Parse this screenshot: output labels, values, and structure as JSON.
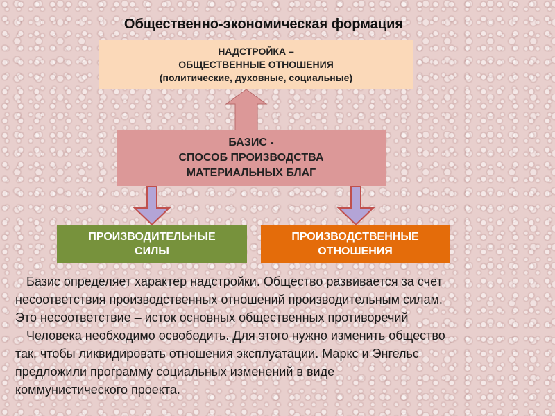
{
  "title": "Общественно-экономическая формация",
  "superstructure": {
    "line1": "НАДСТРОЙКА –",
    "line2": "ОБЩЕСТВЕННЫЕ ОТНОШЕНИЯ",
    "line3": "(политические, духовные, социальные)"
  },
  "basis": {
    "line1": "БАЗИС -",
    "line2": "СПОСОБ ПРОИЗВОДСТВА",
    "line3": "МАТЕРИАЛЬНЫХ БЛАГ"
  },
  "productive_forces": {
    "line1": "ПРОИЗВОДИТЕЛЬНЫЕ",
    "line2": "СИЛЫ"
  },
  "production_relations": {
    "line1": "ПРОИЗВОДСТВЕННЫЕ",
    "line2": "ОТНОШЕНИЯ"
  },
  "text": {
    "p1_l1": "Базис определяет характер надстройки. Общество развивается за счет",
    "p1_l2": "несоответствия производственных отношений производительным силам.",
    "p1_l3": "Это несоответствие – исток основных общественных противоречий",
    "p2_l1": "Человека необходимо освободить. Для этого нужно изменить общество",
    "p2_l2": "так, чтобы ликвидировать отношения эксплуатации. Маркс и Энгельс",
    "p2_l3": "предложили программу социальных изменений в виде",
    "p2_l4": "коммунистического проекта."
  },
  "colors": {
    "superstructure_fill": "#fbd9b9",
    "basis_fill": "#dc9898",
    "forces_fill": "#77923c",
    "relations_fill": "#e46c0a",
    "arrow_fill": "#dc9898",
    "down_arrow_fill": "#b3a4d6"
  }
}
